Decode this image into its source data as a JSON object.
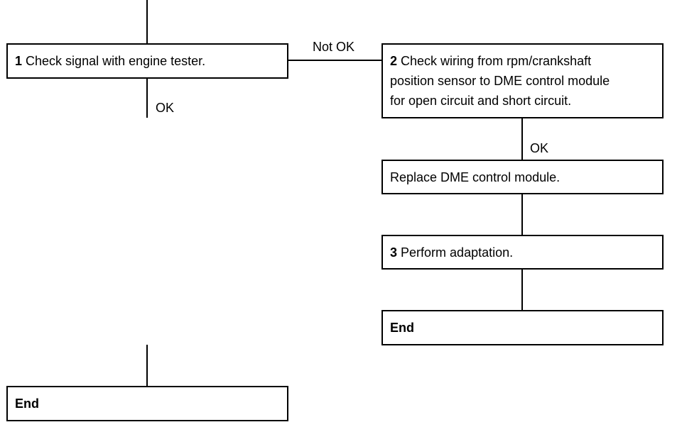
{
  "steps": {
    "step1": {
      "number": "1",
      "text": "Check signal with engine tester."
    },
    "step2": {
      "number": "2",
      "lines": [
        "Check wiring from rpm/crankshaft",
        "position sensor to DME control module",
        "for open circuit and short circuit."
      ]
    },
    "replace": {
      "text": "Replace DME control module."
    },
    "step3": {
      "number": "3",
      "text": "Perform adaptation."
    },
    "end_left": {
      "text": "End"
    },
    "end_right": {
      "text": "End"
    }
  },
  "labels": {
    "not_ok": "Not OK",
    "ok_left": "OK",
    "ok_right": "OK"
  }
}
